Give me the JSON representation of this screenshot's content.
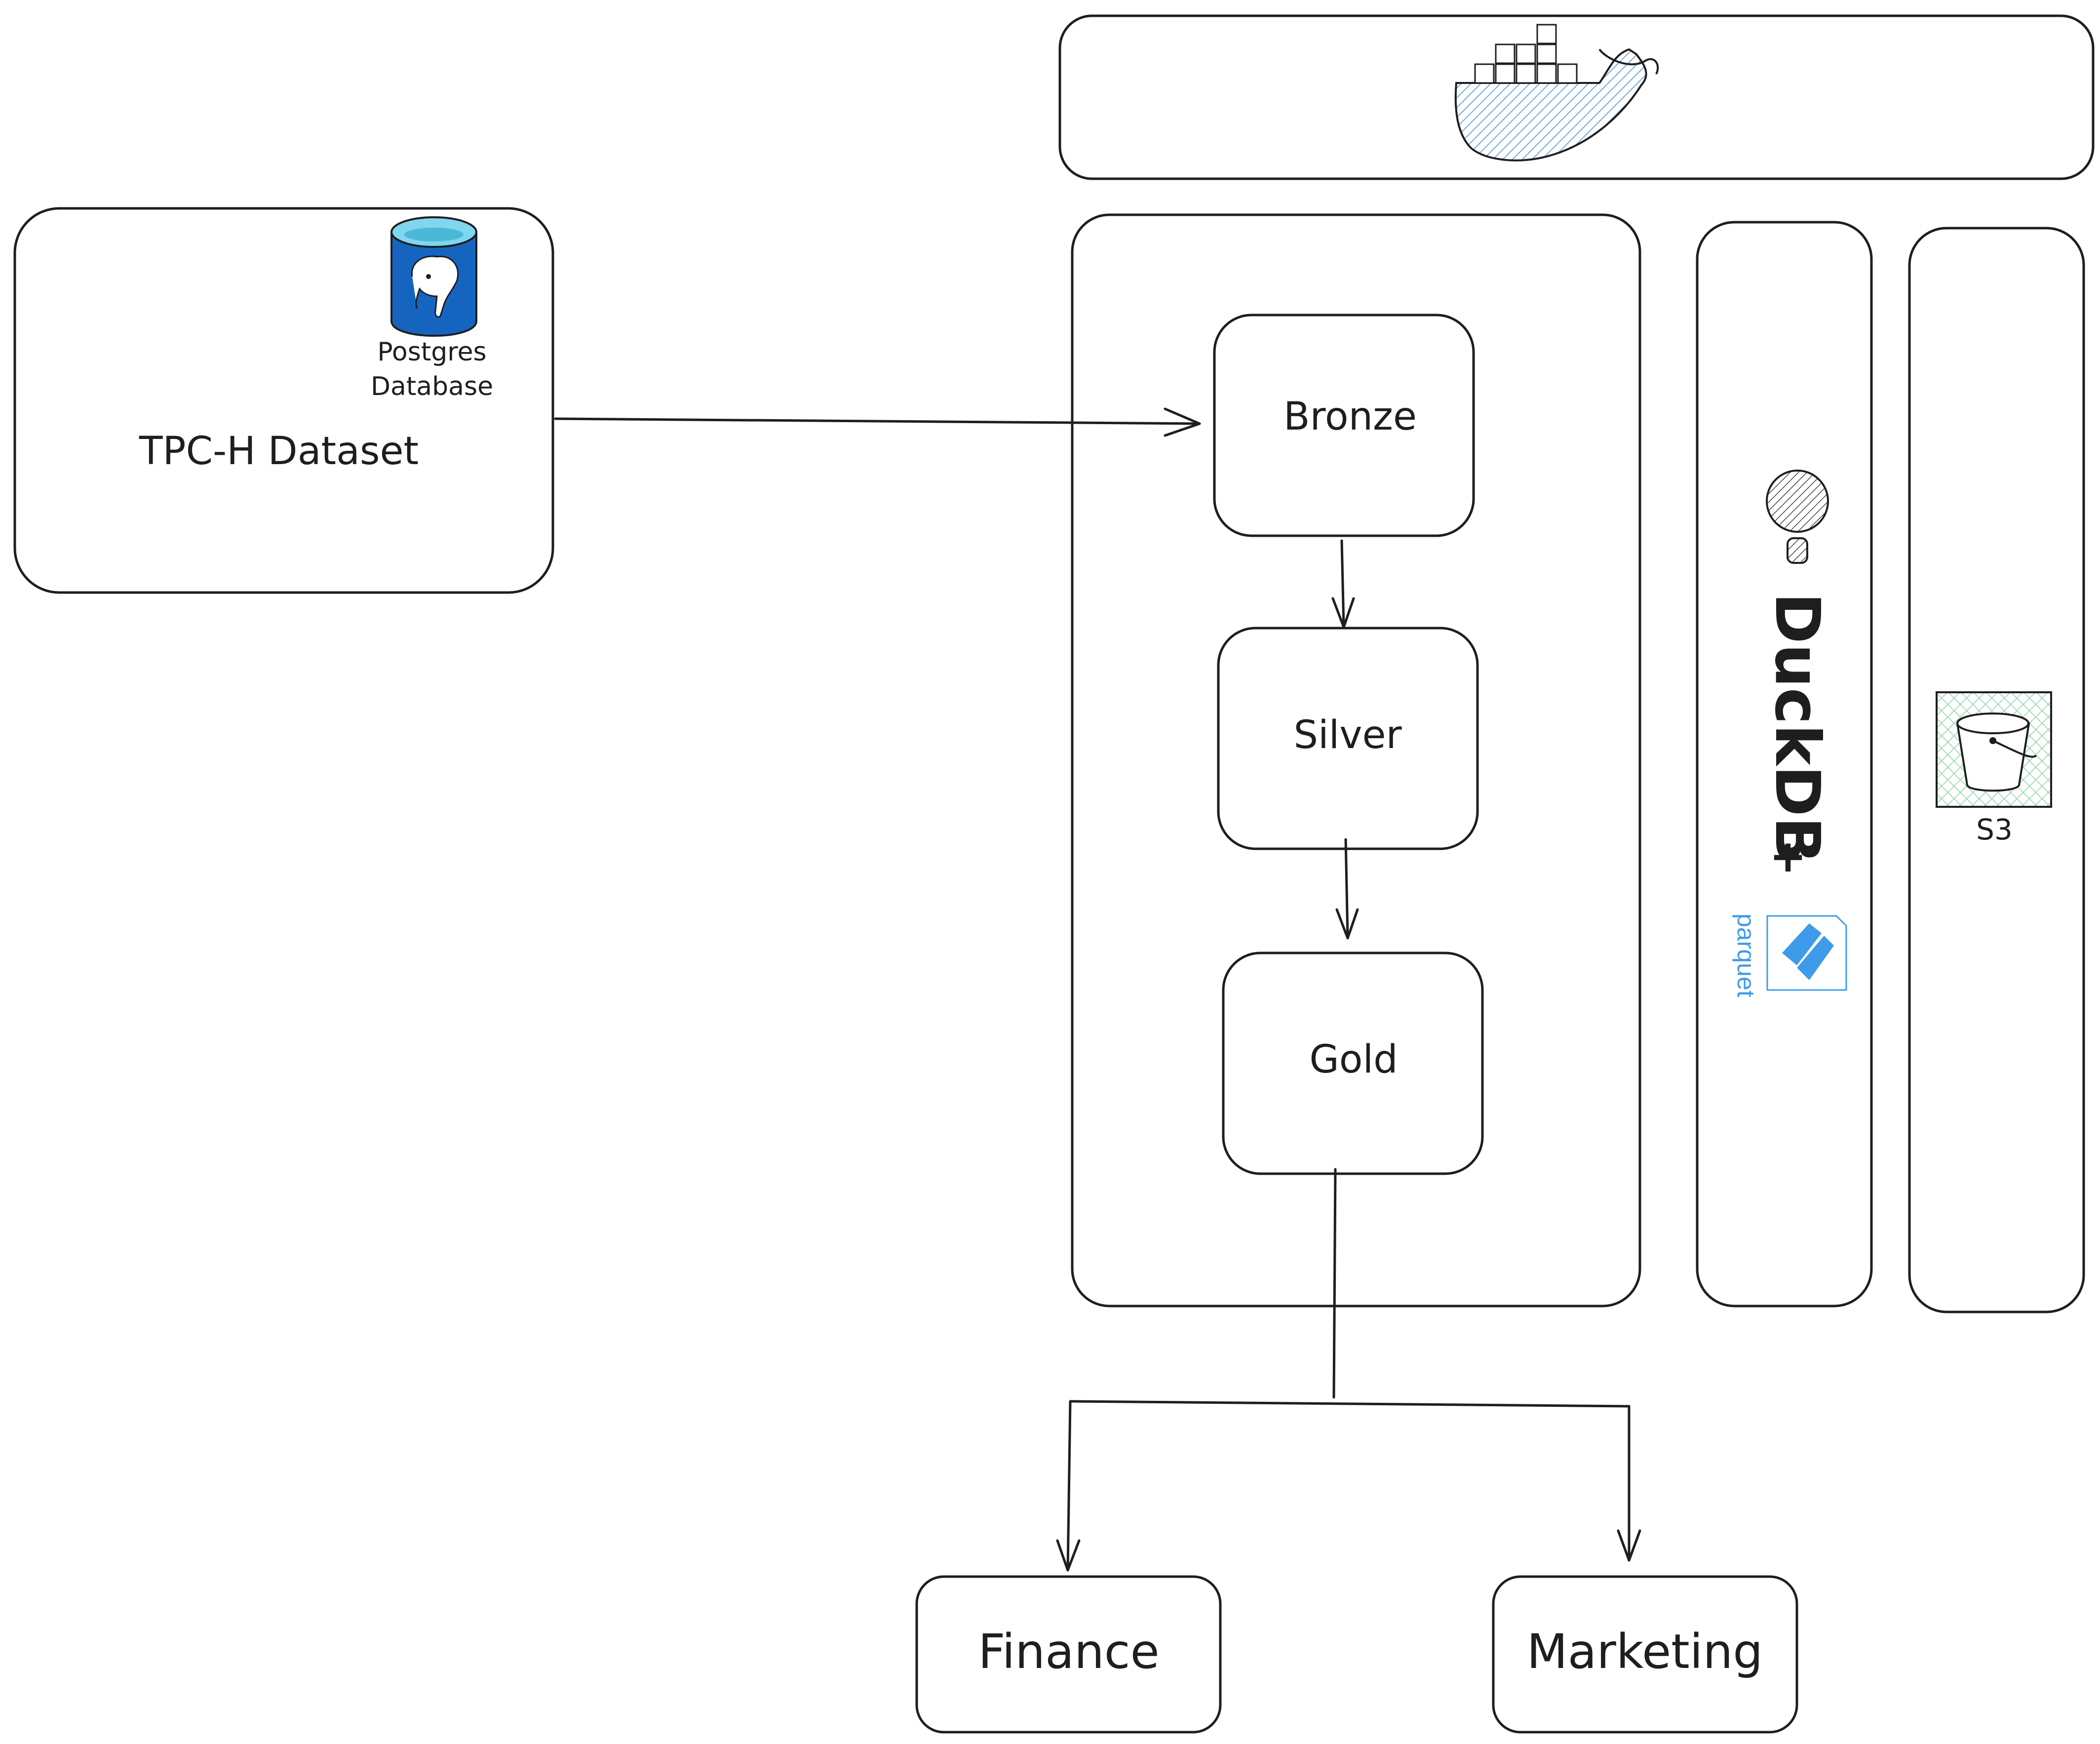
{
  "diagram": {
    "source": {
      "title": "TPC-H Dataset",
      "icon": "postgres-elephant-icon",
      "icon_caption": [
        "Postgres",
        "Database"
      ]
    },
    "layers": [
      "Bronze",
      "Silver",
      "Gold"
    ],
    "container_icon": "docker-whale-icon",
    "engine": {
      "label": "DuckDB",
      "plus": "+",
      "format_label": "parquet",
      "icon": "duckdb-icon"
    },
    "storage": {
      "label": "S3",
      "icon": "s3-bucket-icon"
    },
    "consumers": [
      "Finance",
      "Marketing"
    ],
    "colors": {
      "stroke": "#1e1e1e",
      "docker_blue": "#4a90d9",
      "postgres_blue": "#1565c0",
      "parquet_blue": "#3d9be9",
      "s3_green": "#8fd3a8"
    }
  }
}
